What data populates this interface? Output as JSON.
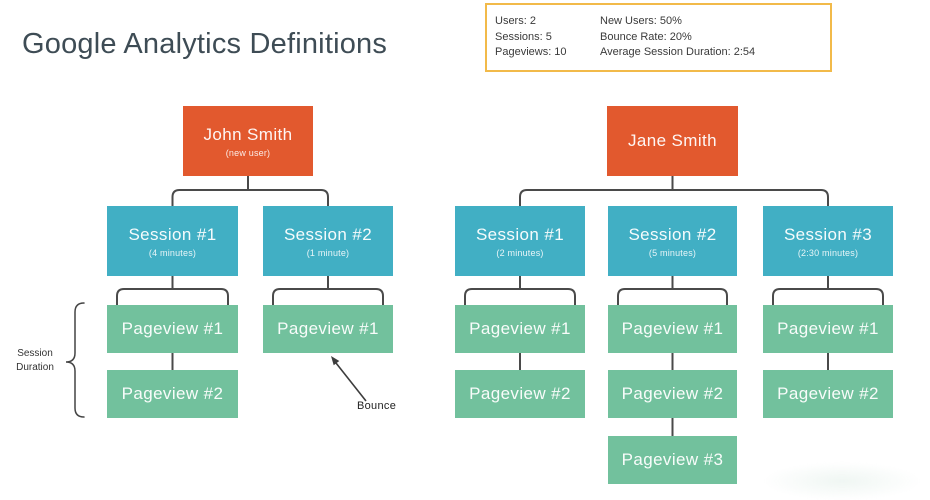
{
  "title": "Google Analytics Definitions",
  "stats": {
    "col1": [
      "Users: 2",
      "Sessions: 5",
      "Pageviews: 10"
    ],
    "col2": [
      "New Users: 50%",
      "Bounce Rate: 20%",
      "Average Session Duration: 2:54"
    ]
  },
  "trees": [
    {
      "user": {
        "name": "John Smith",
        "subtitle": "(new user)"
      },
      "sessions": [
        {
          "label": "Session #1",
          "subtitle": "(4 minutes)",
          "pageviews": [
            "Pageview #1",
            "Pageview #2"
          ]
        },
        {
          "label": "Session #2",
          "subtitle": "(1 minute)",
          "pageviews": [
            "Pageview #1"
          ]
        }
      ]
    },
    {
      "user": {
        "name": "Jane Smith"
      },
      "sessions": [
        {
          "label": "Session #1",
          "subtitle": "(2 minutes)",
          "pageviews": [
            "Pageview #1",
            "Pageview #2"
          ]
        },
        {
          "label": "Session #2",
          "subtitle": "(5 minutes)",
          "pageviews": [
            "Pageview #1",
            "Pageview #2",
            "Pageview #3"
          ]
        },
        {
          "label": "Session #3",
          "subtitle": "(2:30 minutes)",
          "pageviews": [
            "Pageview #1",
            "Pageview #2"
          ]
        }
      ]
    }
  ],
  "annotations": {
    "session_duration": "Session Duration",
    "bounce": "Bounce"
  },
  "colors": {
    "user_box": "#E2592E",
    "session_box": "#41AFC4",
    "pageview_box": "#72C19D",
    "stats_border": "#F2BA4A",
    "connector": "#4A4A4A",
    "title": "#3E4C55"
  }
}
